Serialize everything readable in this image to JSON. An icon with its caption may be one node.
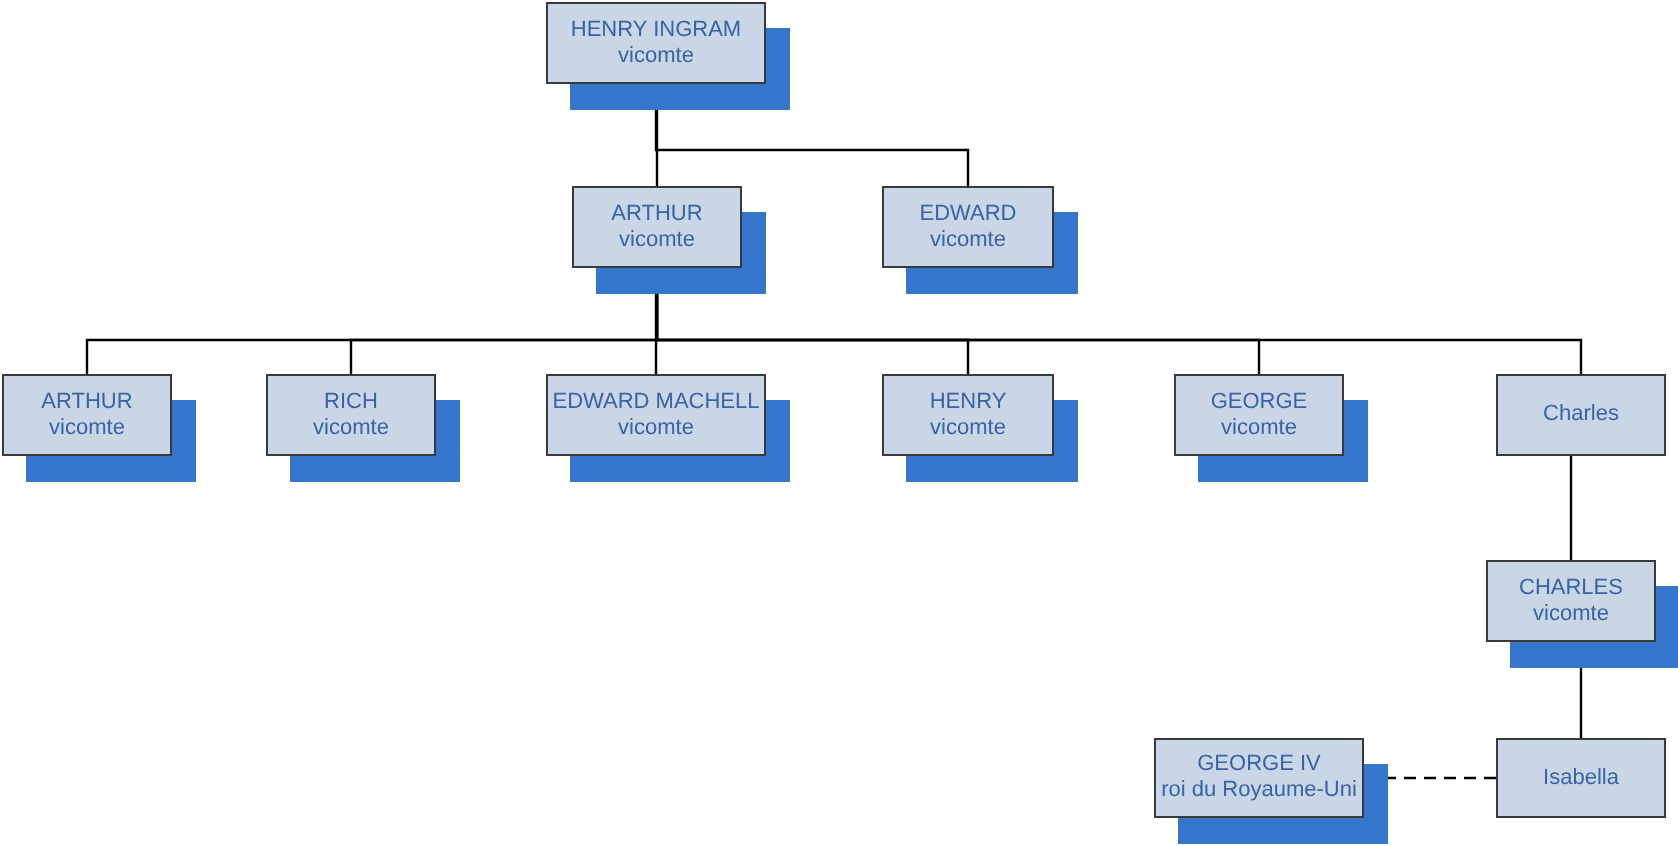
{
  "diagram": {
    "nodes": [
      {
        "text": [
          "HENRY INGRAM",
          "vicomte"
        ]
      },
      {
        "text": [
          "ARTHUR",
          "vicomte"
        ]
      },
      {
        "text": [
          "EDWARD",
          "vicomte"
        ]
      },
      {
        "text": [
          "ARTHUR",
          "vicomte"
        ]
      },
      {
        "text": [
          "RICH",
          "vicomte"
        ]
      },
      {
        "text": [
          "EDWARD MACHELL",
          "vicomte"
        ]
      },
      {
        "text": [
          "HENRY",
          "vicomte"
        ]
      },
      {
        "text": [
          "GEORGE",
          "vicomte"
        ]
      },
      {
        "text": [
          "Charles"
        ]
      },
      {
        "text": [
          "CHARLES",
          "vicomte"
        ]
      },
      {
        "text": [
          "GEORGE IV",
          "roi du Royaume-Uni"
        ]
      },
      {
        "text": [
          "Isabella"
        ]
      }
    ],
    "edges": [
      {
        "from": 0,
        "to": 1,
        "arrow": "none"
      },
      {
        "from": 0,
        "to": 2,
        "arrow": "none"
      },
      {
        "from": 1,
        "to": 3,
        "arrow": "none"
      },
      {
        "from": 1,
        "to": 4,
        "arrow": "none"
      },
      {
        "from": 1,
        "to": 5,
        "arrow": "none"
      },
      {
        "from": 1,
        "to": 6,
        "arrow": "none"
      },
      {
        "from": 1,
        "to": 7,
        "arrow": "none"
      },
      {
        "from": 1,
        "to": 8,
        "arrow": "none"
      },
      {
        "from": 8,
        "to": 9,
        "arrow": "none"
      },
      {
        "from": 9,
        "to": 11,
        "arrow": "none"
      },
      {
        "from": 10,
        "to": 11,
        "arrow": "none",
        "style": "dashed"
      }
    ]
  }
}
